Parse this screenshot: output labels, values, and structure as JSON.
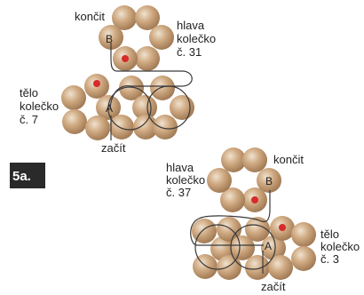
{
  "step_badge": "5a.",
  "colors": {
    "bead_base": "#c9a27a",
    "bead_shade": "#a97f57",
    "bead_light": "#ecdcc6",
    "marker": "#d62b2b",
    "line": "#3a3a3a",
    "badge_bg": "#2a2a2a"
  },
  "diagram_top": {
    "end_label": "končit",
    "head_label": [
      "hlava",
      "kolečko",
      "č. 31"
    ],
    "body_label": [
      "tělo",
      "kolečko",
      "č. 7"
    ],
    "start_label": "začít",
    "point_start": "A",
    "point_end": "B"
  },
  "diagram_bottom": {
    "end_label": "končit",
    "head_label": [
      "hlava",
      "kolečko",
      "č. 37"
    ],
    "body_label": [
      "tělo",
      "kolečko",
      "č. 3"
    ],
    "start_label": "začít",
    "point_start": "A",
    "point_end": "B"
  }
}
